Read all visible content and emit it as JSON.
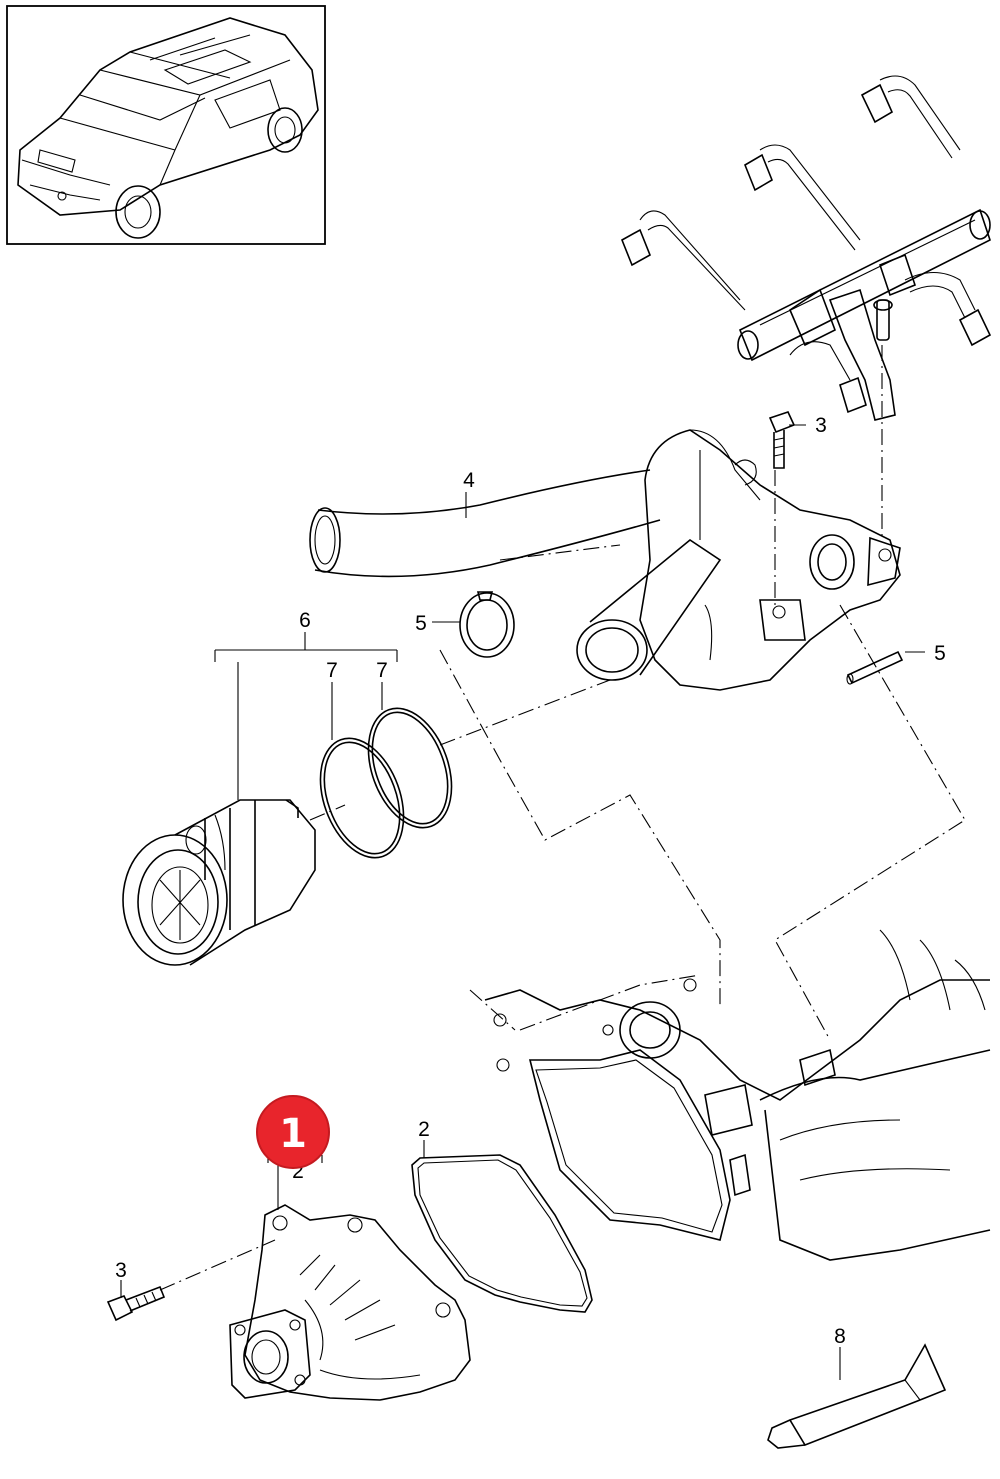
{
  "diagram": {
    "callout_labels": {
      "pump_bracket": "2",
      "pump_bolt": "3",
      "pump_gasket": "2",
      "housing_bolt": "3",
      "pipe": "4",
      "seal_ring": "5",
      "pin": "5",
      "thermostat_bracket": "6",
      "oring_inner": "7",
      "oring_outer": "7",
      "sealant_tube": "8"
    },
    "highlight_badge": {
      "text": "1",
      "color": "#e8252c"
    }
  }
}
